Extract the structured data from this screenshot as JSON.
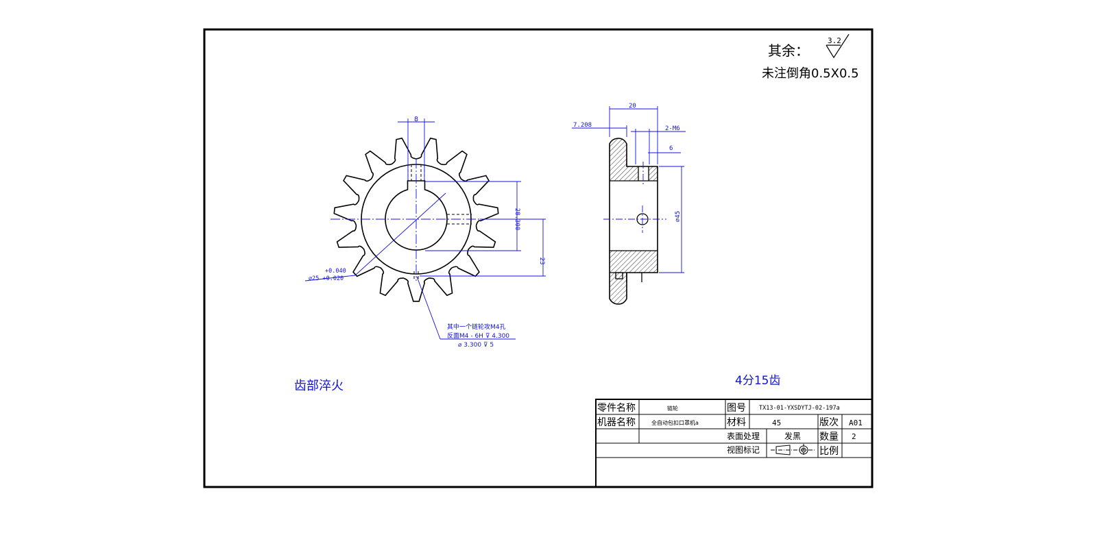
{
  "notes": {
    "surface_rest_label": "其余：",
    "roughness_value": "3.2",
    "chamfer_note": "未注倒角0.5X0.5",
    "tooth_hardening": "齿部淬火",
    "chain_spec": "4分15齿"
  },
  "front_view": {
    "dim_key_width": "8",
    "dim_bore_tol_upper": "+0.040",
    "dim_bore": "⌀25 +0.020",
    "dim_keyway_depth": "28.300",
    "dim_offset": "23",
    "hole_note_line1": "其中一个链轮攻M4孔",
    "hole_note_line2": "反面M4 - 6H  ⊽ 4.300",
    "hole_note_line3": "⌀ 3.300  ⊽ 5"
  },
  "side_view": {
    "dim_width": "20",
    "dim_tooth_width": "7.208",
    "dim_thread": "2-M6",
    "dim_hub_offset": "6",
    "dim_hub_diameter": "⌀45"
  },
  "title_block": {
    "part_name_label": "零件名称",
    "part_name": "链轮",
    "drawing_no_label": "图号",
    "drawing_no": "TX13-01-YXSDYTJ-02-197a",
    "machine_name_label": "机器名称",
    "machine_name": "全自动包扣口罩机a",
    "material_label": "材料",
    "material": "45",
    "revision_label": "版次",
    "revision": "A01",
    "surface_label": "表面处理",
    "surface": "发黑",
    "quantity_label": "数量",
    "quantity": "2",
    "view_mark_label": "视图标记",
    "scale_label": "比例"
  }
}
